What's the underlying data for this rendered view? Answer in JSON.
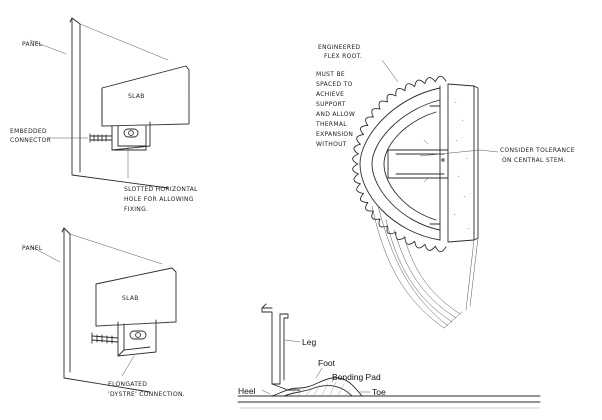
{
  "sketch1": {
    "panel_label": "PANEL",
    "slab_label": "SLAB",
    "connector_label": [
      "EMBEDDED",
      "CONNECTOR"
    ],
    "slot_note": [
      "SLOTTED HORIZONTAL",
      "HOLE FOR ALLOWING",
      "FIXING."
    ]
  },
  "sketch2": {
    "panel_label": "PANEL",
    "slab_label": "SLAB",
    "connector_label": [
      "ELONGATED",
      "'DYSTRE' CONNECTION."
    ]
  },
  "sketch3": {
    "top_note": [
      "ENGINEERED",
      "FLEX ROOT."
    ],
    "side_note": [
      "MUST BE",
      "SPACED TO",
      "ACHIEVE",
      "SUPPORT",
      "AND ALLOW",
      "THERMAL",
      "EXPANSION",
      "WITHOUT"
    ],
    "tolerance_note": [
      "CONSIDER TOLERANCE",
      "ON CENTRAL STEM."
    ]
  },
  "sketch4": {
    "leg": "Leg",
    "foot": "Foot",
    "bonding_pad": "Bonding Pad",
    "heel": "Heel",
    "toe": "Toe"
  }
}
